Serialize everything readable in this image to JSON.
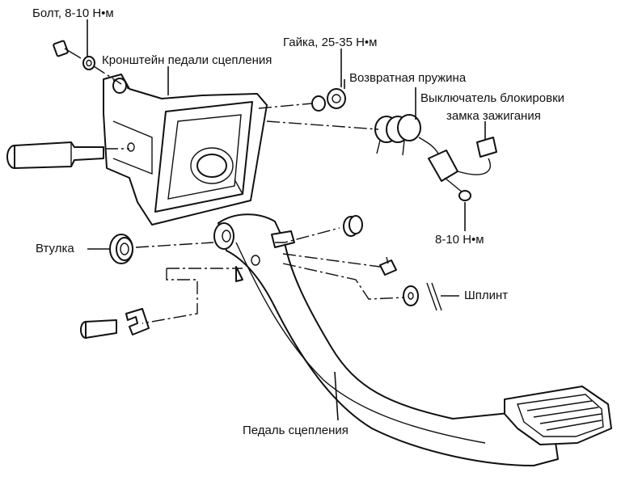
{
  "labels": {
    "bolt": "Болт, 8-10 Н•м",
    "bracket": "Кронштейн педали сцепления",
    "nut": "Гайка, 25-35 Н•м",
    "spring": "Возвратная пружина",
    "switch_line1": "Выключатель блокировки",
    "switch_line2": "замка зажигания",
    "switch_torque": "8-10 Н•м",
    "bushing": "Втулка",
    "cotter_pin": "Шплинт",
    "pedal": "Педаль сцепления"
  }
}
